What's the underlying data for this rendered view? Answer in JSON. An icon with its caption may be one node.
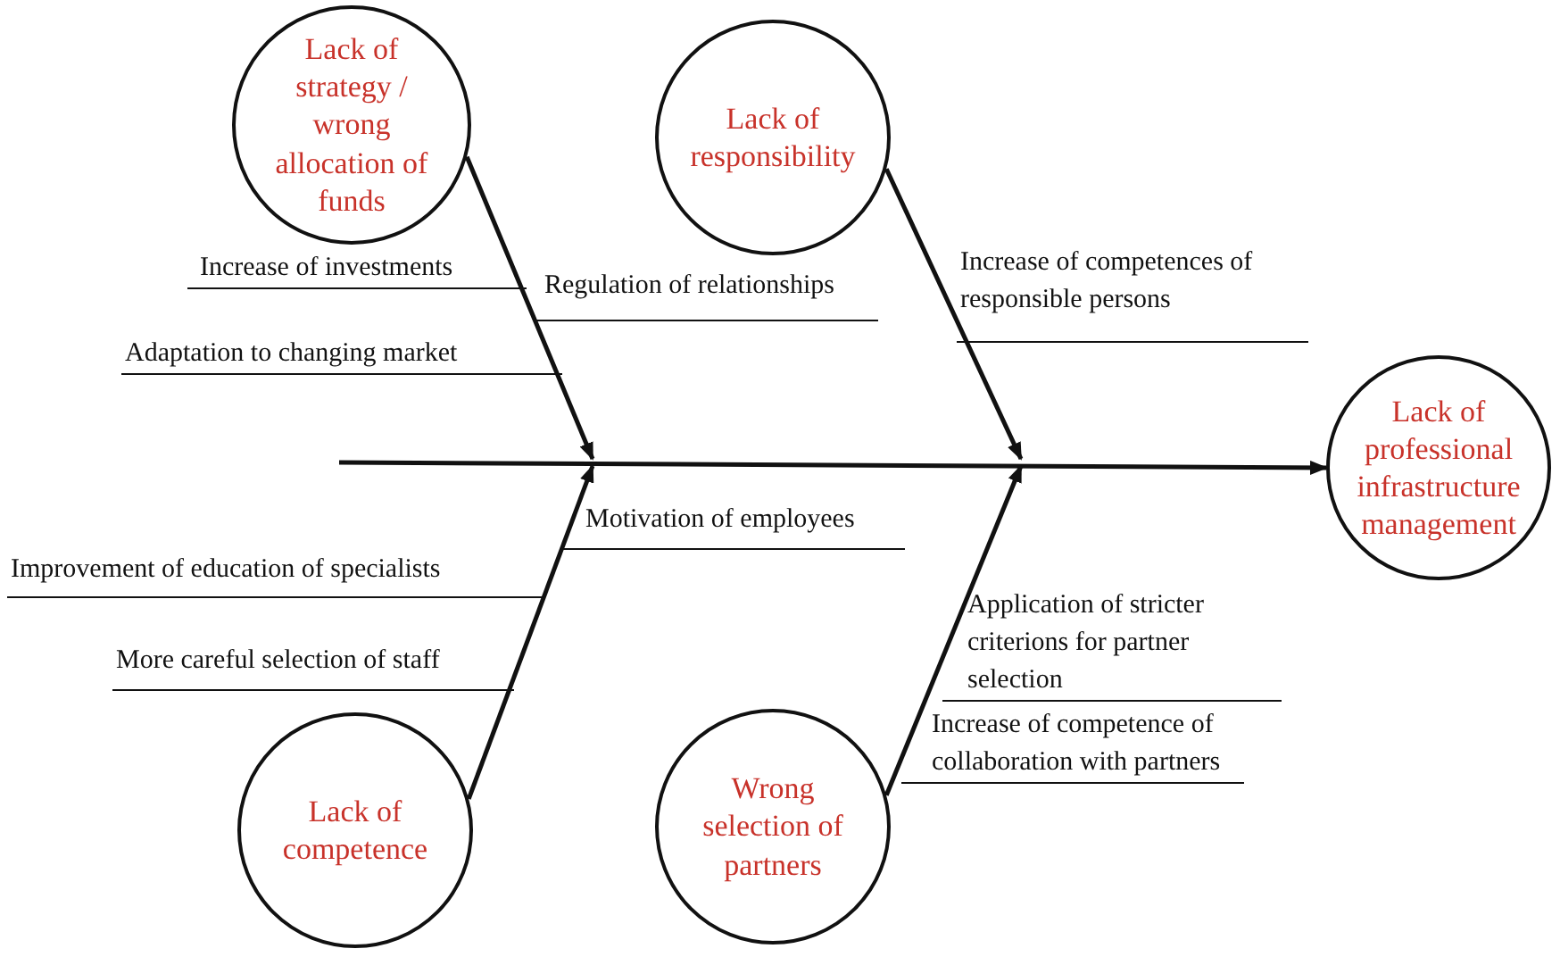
{
  "diagram": {
    "nodes": [
      {
        "text": [
          "Lack of strategy / wrong allocation of funds"
        ]
      },
      {
        "text": [
          "Lack of responsibility"
        ]
      },
      {
        "text": [
          "Lack of professional infrastructure management"
        ]
      },
      {
        "text": [
          "Lack of competence"
        ]
      },
      {
        "text": [
          "Wrong selection of partners"
        ]
      }
    ],
    "edges": [
      {
        "from": null,
        "to": 2,
        "arrow": "to"
      },
      {
        "from": 0,
        "to": null,
        "arrow": "to"
      },
      {
        "from": 1,
        "to": null,
        "arrow": "to"
      },
      {
        "from": 3,
        "to": null,
        "arrow": "to"
      },
      {
        "from": 4,
        "to": null,
        "arrow": "to"
      }
    ],
    "labels": [
      "Increase of investments",
      "Regulation of relationships",
      "Adaptation to changing market",
      "Increase of competences of responsible persons",
      "Motivation of employees",
      "Improvement of education of specialists",
      "More careful selection of staff",
      "Application of stricter criterions for partner selection",
      "Increase of competence of collaboration with partners"
    ]
  }
}
